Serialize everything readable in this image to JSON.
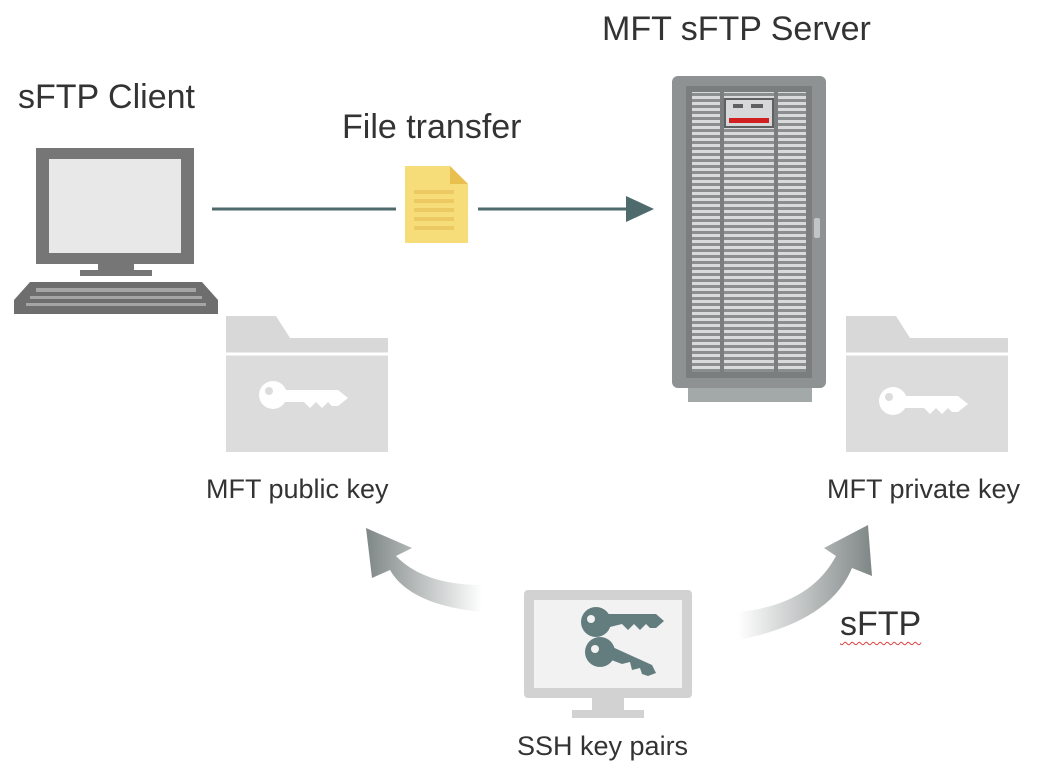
{
  "labels": {
    "client_title": "sFTP Client",
    "server_title": "MFT sFTP Server",
    "transfer": "File transfer",
    "public_key": "MFT public key",
    "private_key": "MFT private key",
    "protocol": "sFTP",
    "key_pairs": "SSH key pairs"
  },
  "icons": {
    "client": "desktop-computer-icon",
    "server": "server-rack-icon",
    "document": "document-icon",
    "public_folder": "folder-key-icon",
    "private_folder": "folder-key-icon",
    "key_pair_monitor": "monitor-keys-icon"
  },
  "colors": {
    "text": "#333333",
    "icon_gray": "#707070",
    "folder_gray": "#d8d8d8",
    "arrow": "#4e6a6c",
    "document": "#f7dc7a",
    "server_body": "#8e9293",
    "server_led": "#d02020"
  }
}
